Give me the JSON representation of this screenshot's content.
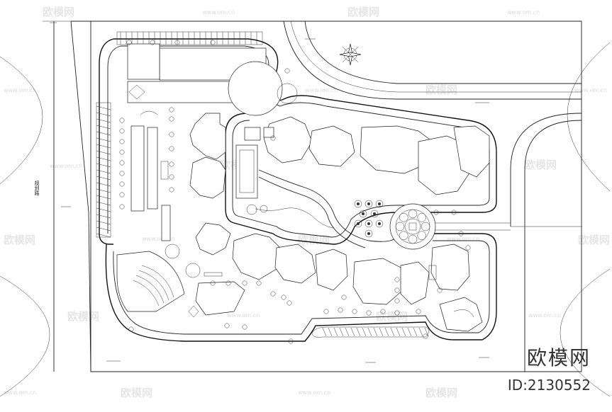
{
  "diagram": {
    "road_label": "规划路"
  },
  "watermark": {
    "logo_text": "欧模网",
    "url_text": "www.om.cn"
  },
  "brand": {
    "name": "欧模网",
    "id_label": "ID:2130552"
  }
}
